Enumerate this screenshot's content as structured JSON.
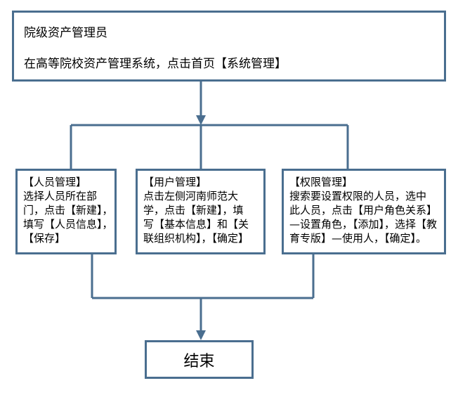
{
  "top": {
    "role": "院级资产管理员",
    "instruction": "在高等院校资产管理系统，点击首页【系统管理】"
  },
  "steps": [
    {
      "lines": [
        "【人员管理】",
        "选择人员所在部",
        "门，点击【新建】，",
        "填写【人员信息】，",
        "【保存】"
      ]
    },
    {
      "lines": [
        "【用户管理】",
        "点击左侧河南师范大",
        "学，点击【新建】，填",
        "写【基本信息】和【关",
        "联组织机构】，【确定】"
      ]
    },
    {
      "lines": [
        "【权限管理】",
        "搜索要设置权限的人员，选中",
        "此人员，点击【用户角色关系】",
        "—设置角色，【添加】，选择【教",
        "育专版】—使用人，【确定】。"
      ]
    }
  ],
  "end": {
    "label": "结束"
  },
  "colors": {
    "stroke": "#4a6e8f"
  }
}
